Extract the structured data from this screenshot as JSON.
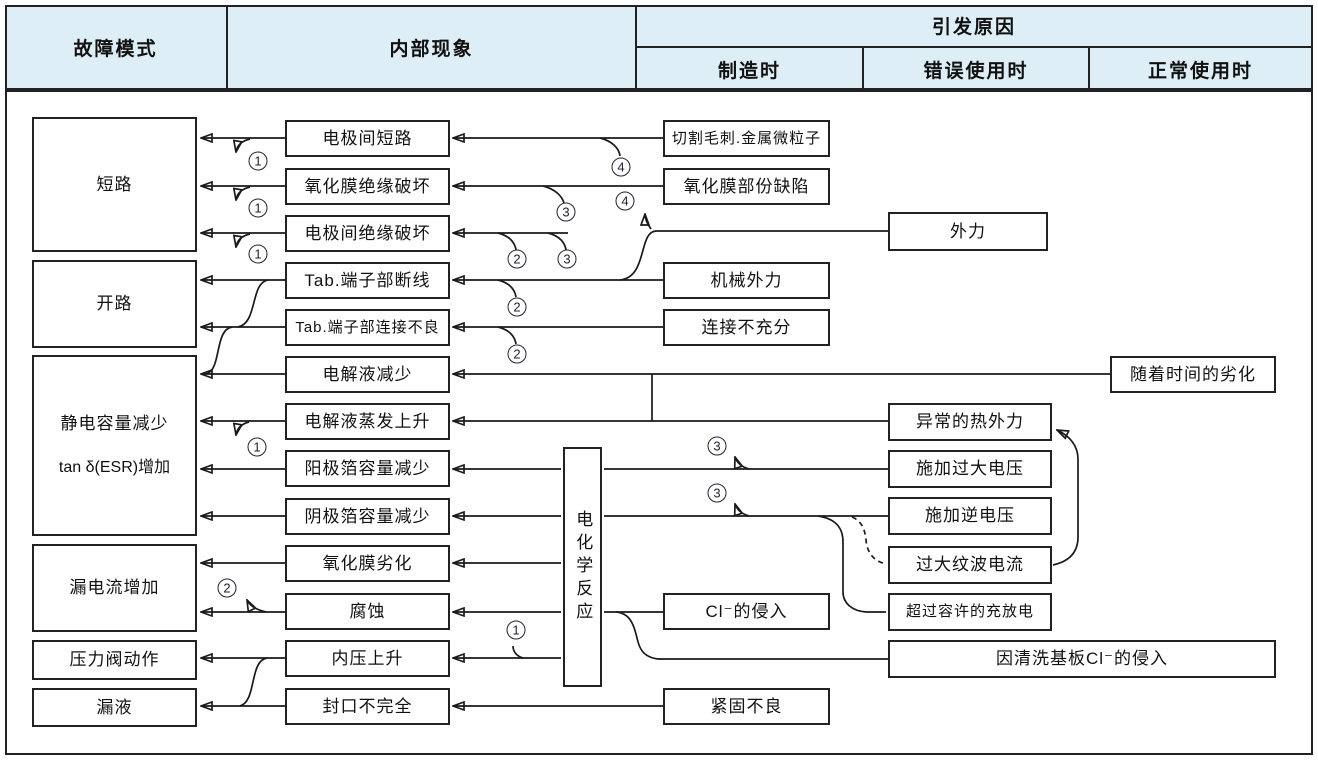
{
  "header": {
    "failure_mode": "故障模式",
    "internal_phenomenon": "内部现象",
    "trigger_cause": "引发原因",
    "sub_manufacturing": "制造时",
    "sub_misuse": "错误使用时",
    "sub_normal": "正常使用时"
  },
  "colors": {
    "header_bg": "#ddeef6",
    "line": "#1a1a1a",
    "box_border": "#222222"
  },
  "failure_modes": [
    {
      "label": "短路"
    },
    {
      "label": "开路"
    },
    {
      "label": "静电容量减少",
      "label2": "tan δ(ESR)增加"
    },
    {
      "label": "漏电流增加"
    },
    {
      "label": "压力阀动作"
    },
    {
      "label": "漏液"
    }
  ],
  "phenomena": [
    {
      "label": "电极间短路"
    },
    {
      "label": "氧化膜绝缘破坏"
    },
    {
      "label": "电极间绝缘破坏"
    },
    {
      "label": "Tab.端子部断线"
    },
    {
      "label": "Tab.端子部连接不良"
    },
    {
      "label": "电解液减少"
    },
    {
      "label": "电解液蒸发上升"
    },
    {
      "label": "阳极箔容量减少"
    },
    {
      "label": "阴极箔容量减少"
    },
    {
      "label": "氧化膜劣化"
    },
    {
      "label": "腐蚀"
    },
    {
      "label": "内压上升"
    },
    {
      "label": "封口不完全"
    }
  ],
  "reaction_label": "电化学反应",
  "causes_manufacturing": [
    {
      "label": "切割毛刺.金属微粒子"
    },
    {
      "label": "氧化膜部份缺陷"
    },
    {
      "label": "机械外力"
    },
    {
      "label": "连接不充分"
    },
    {
      "label": "Cl⁻的侵入"
    },
    {
      "label": "紧固不良"
    }
  ],
  "causes_misuse": [
    {
      "label": "外力"
    },
    {
      "label": "异常的热外力"
    },
    {
      "label": "施加过大电压"
    },
    {
      "label": "施加逆电压"
    },
    {
      "label": "过大纹波电流"
    },
    {
      "label": "超过容许的充放电"
    },
    {
      "label": "因清洗基板Cl⁻的侵入"
    }
  ],
  "causes_normal": [
    {
      "label": "随着时间的劣化"
    }
  ],
  "jump_numbers": {
    "n1": "1",
    "n2": "2",
    "n3": "3",
    "n4": "4"
  }
}
